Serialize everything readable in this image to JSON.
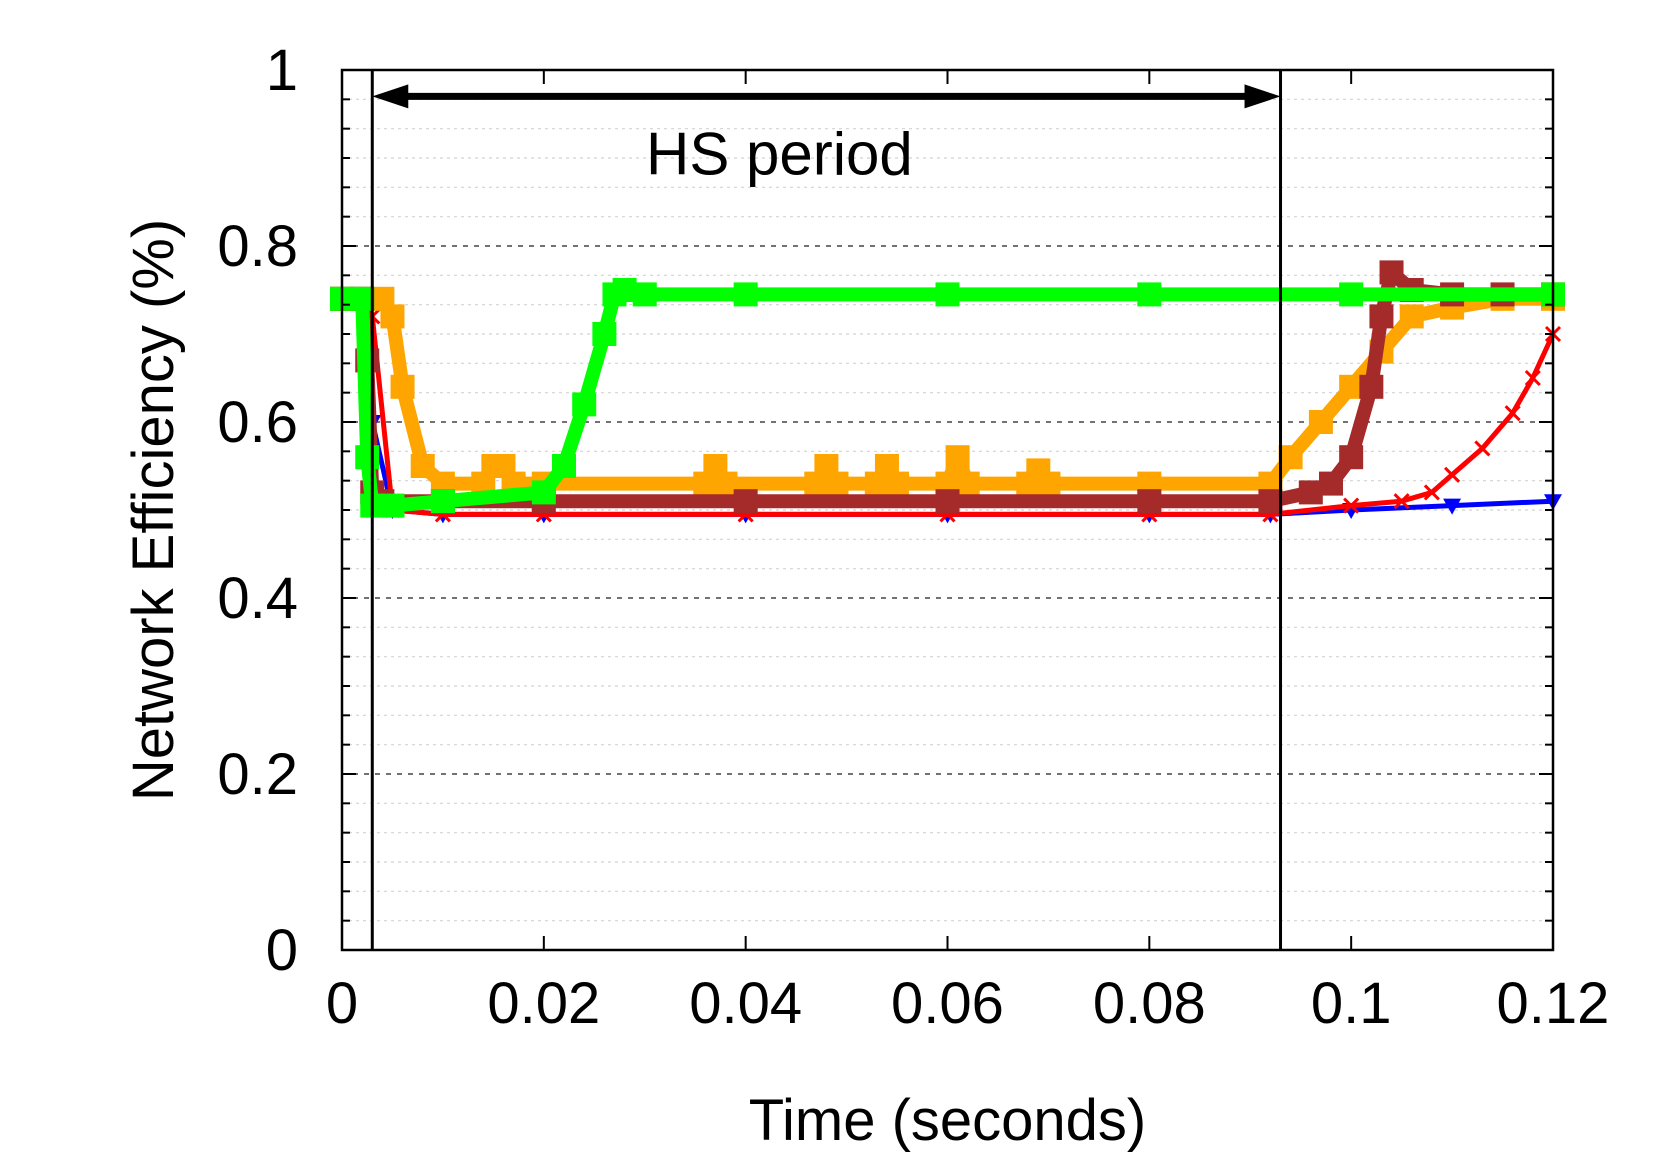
{
  "chart_data": {
    "type": "line",
    "title": "",
    "xlabel": "Time (seconds)",
    "ylabel": "Network Efficiency (%)",
    "xlim": [
      0,
      0.12
    ],
    "ylim": [
      0,
      1
    ],
    "xticks": [
      0,
      0.02,
      0.04,
      0.06,
      0.08,
      0.1,
      0.12
    ],
    "xtick_labels": [
      "0",
      "0.02",
      "0.04",
      "0.06",
      "0.08",
      "0.1",
      "0.12"
    ],
    "yticks": [
      0,
      0.2,
      0.4,
      0.6,
      0.8,
      1
    ],
    "ytick_labels": [
      "0",
      "0.2",
      "0.4",
      "0.6",
      "0.8",
      "1"
    ],
    "grid": true,
    "legend": "none",
    "annotations": [
      {
        "text": "HS period",
        "x_start": 0.003,
        "x_end": 0.093,
        "y": 0.97
      }
    ],
    "vlines": [
      0.003,
      0.093
    ],
    "series": [
      {
        "color": "#0000ff",
        "marker": "triangle-down",
        "x": [
          0,
          0.002,
          0.003,
          0.005,
          0.01,
          0.02,
          0.04,
          0.06,
          0.08,
          0.092,
          0.1,
          0.11,
          0.12
        ],
        "y": [
          0.74,
          0.74,
          0.6,
          0.5,
          0.495,
          0.495,
          0.495,
          0.495,
          0.495,
          0.495,
          0.5,
          0.505,
          0.51
        ]
      },
      {
        "color": "#ff0000",
        "marker": "x",
        "x": [
          0,
          0.002,
          0.003,
          0.005,
          0.01,
          0.02,
          0.04,
          0.06,
          0.08,
          0.092,
          0.1,
          0.105,
          0.108,
          0.11,
          0.113,
          0.116,
          0.118,
          0.12
        ],
        "y": [
          0.74,
          0.74,
          0.72,
          0.5,
          0.495,
          0.495,
          0.495,
          0.495,
          0.495,
          0.495,
          0.505,
          0.51,
          0.52,
          0.54,
          0.57,
          0.61,
          0.65,
          0.7
        ]
      },
      {
        "color": "#ffa500",
        "marker": "square",
        "x": [
          0,
          0.002,
          0.004,
          0.005,
          0.006,
          0.008,
          0.01,
          0.014,
          0.015,
          0.016,
          0.017,
          0.02,
          0.036,
          0.037,
          0.038,
          0.047,
          0.048,
          0.049,
          0.053,
          0.054,
          0.055,
          0.06,
          0.061,
          0.062,
          0.068,
          0.069,
          0.07,
          0.08,
          0.092,
          0.094,
          0.097,
          0.1,
          0.103,
          0.106,
          0.11,
          0.115,
          0.12
        ],
        "y": [
          0.74,
          0.74,
          0.74,
          0.72,
          0.64,
          0.55,
          0.53,
          0.53,
          0.55,
          0.55,
          0.53,
          0.53,
          0.53,
          0.55,
          0.53,
          0.53,
          0.55,
          0.53,
          0.53,
          0.55,
          0.53,
          0.53,
          0.56,
          0.53,
          0.53,
          0.545,
          0.53,
          0.53,
          0.53,
          0.56,
          0.6,
          0.64,
          0.68,
          0.72,
          0.73,
          0.74,
          0.74
        ]
      },
      {
        "color": "#a52a2a",
        "marker": "square",
        "x": [
          0,
          0.002,
          0.0025,
          0.003,
          0.004,
          0.01,
          0.02,
          0.04,
          0.06,
          0.08,
          0.092,
          0.096,
          0.098,
          0.1,
          0.102,
          0.103,
          0.104,
          0.106,
          0.11,
          0.115,
          0.12
        ],
        "y": [
          0.74,
          0.74,
          0.67,
          0.52,
          0.51,
          0.51,
          0.51,
          0.51,
          0.51,
          0.51,
          0.51,
          0.52,
          0.53,
          0.56,
          0.64,
          0.72,
          0.77,
          0.75,
          0.745,
          0.745,
          0.745
        ]
      },
      {
        "color": "#00ff00",
        "marker": "square",
        "x": [
          0,
          0.002,
          0.0025,
          0.003,
          0.005,
          0.01,
          0.02,
          0.022,
          0.024,
          0.026,
          0.027,
          0.028,
          0.03,
          0.04,
          0.06,
          0.08,
          0.1,
          0.12
        ],
        "y": [
          0.74,
          0.74,
          0.56,
          0.505,
          0.505,
          0.51,
          0.52,
          0.55,
          0.62,
          0.7,
          0.745,
          0.75,
          0.745,
          0.745,
          0.745,
          0.745,
          0.745,
          0.745
        ]
      }
    ]
  }
}
